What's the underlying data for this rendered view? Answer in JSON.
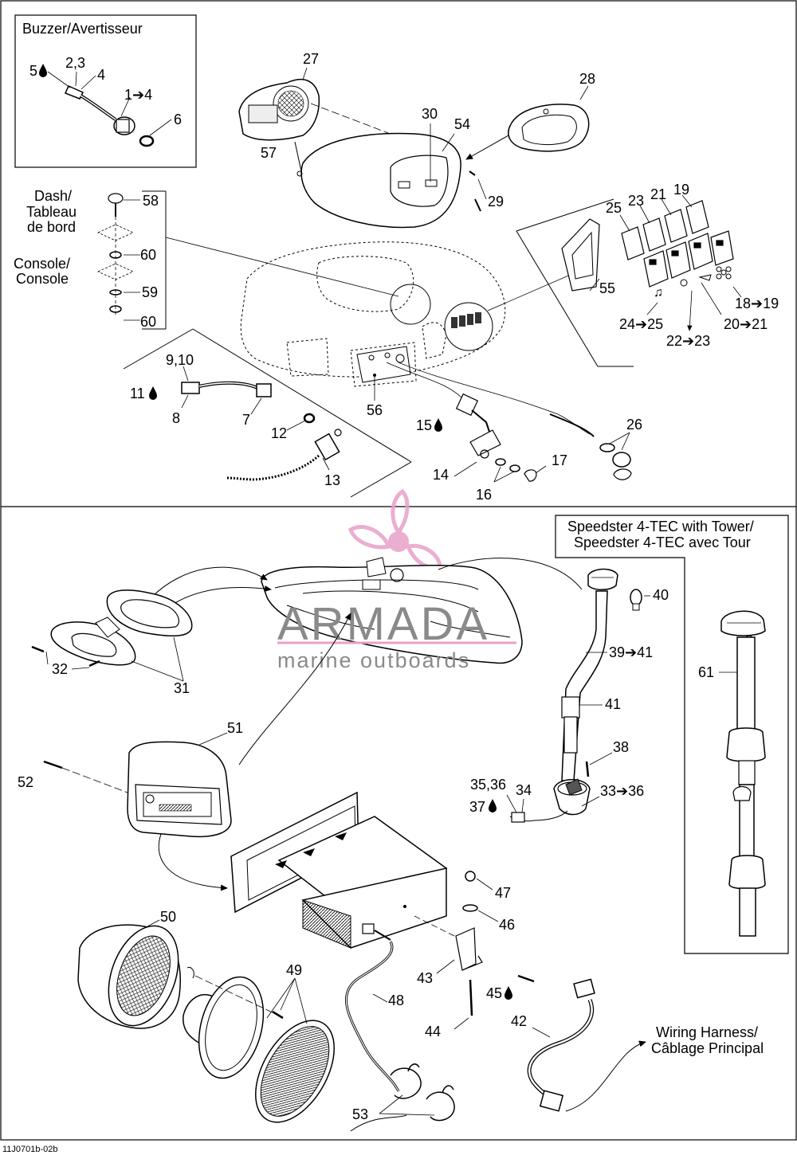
{
  "boxes": {
    "buzzer_title": "Buzzer/Avertisseur",
    "tower_title_line1": "Speedster 4-TEC with Tower/",
    "tower_title_line2": "Speedster 4-TEC avec Tour"
  },
  "notes": {
    "dash_line1": "Dash/",
    "dash_line2": "Tableau",
    "dash_line3": "de bord",
    "console_line1": "Console/",
    "console_line2": "Console",
    "wiring_line1": "Wiring Harness/",
    "wiring_line2": "Câblage Principal"
  },
  "watermark": {
    "brand": "ARMADA",
    "tagline": "marine outboards",
    "brand_color": "#e8a0c8"
  },
  "callouts": {
    "c5": "5",
    "c23": "2,3",
    "c4": "4",
    "c14r": "1➔4",
    "c6": "6",
    "c27": "27",
    "c28": "28",
    "c30": "30",
    "c54": "54",
    "c57": "57",
    "c29": "29",
    "c58": "58",
    "c60a": "60",
    "c59": "59",
    "c60b": "60",
    "c25": "25",
    "c23b": "23",
    "c21": "21",
    "c19": "19",
    "c55": "55",
    "c1819": "18➔19",
    "c2425": "24➔25",
    "c2021": "20➔21",
    "c2223": "22➔23",
    "c910": "9,10",
    "c11": "11",
    "c8": "8",
    "c7": "7",
    "c12": "12",
    "c13": "13",
    "c56": "56",
    "c15": "15",
    "c14": "14",
    "c16": "16",
    "c17": "17",
    "c26": "26",
    "c40": "40",
    "c3941": "39➔41",
    "c41": "41",
    "c38": "38",
    "c3536": "35,36",
    "c34": "34",
    "c3336": "33➔36",
    "c37": "37",
    "c61": "61",
    "c31": "31",
    "c32": "32",
    "c51": "51",
    "c52": "52",
    "c47": "47",
    "c46": "46",
    "c43": "43",
    "c45": "45",
    "c44": "44",
    "c50": "50",
    "c49": "49",
    "c48": "48",
    "c42": "42",
    "c53": "53"
  },
  "footer_code": "11J0701b-02b"
}
